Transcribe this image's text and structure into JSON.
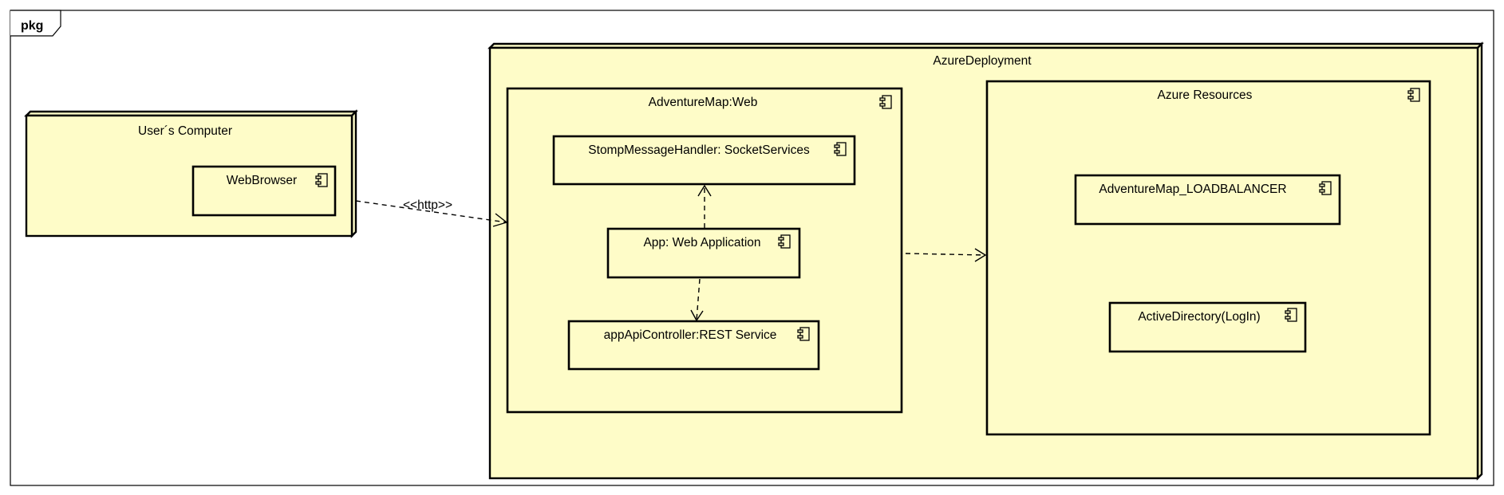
{
  "frame": {
    "label": "pkg"
  },
  "nodes": {
    "users_computer": "User´s Computer",
    "azure_deployment": "AzureDeployment"
  },
  "components": {
    "web_browser": "WebBrowser",
    "adventuremap_web": "AdventureMap:Web",
    "stomp_handler": "StompMessageHandler: SocketServices",
    "app_web_application": "App: Web Application",
    "app_api_controller": "appApiController:REST Service",
    "azure_resources": "Azure Resources",
    "load_balancer": "AdventureMap_LOADBALANCER",
    "active_directory": "ActiveDirectory(LogIn)"
  },
  "connectors": {
    "http": "<<http>>"
  },
  "colors": {
    "node_fill": "#fefcc8",
    "stroke": "#000000",
    "background": "#ffffff"
  }
}
